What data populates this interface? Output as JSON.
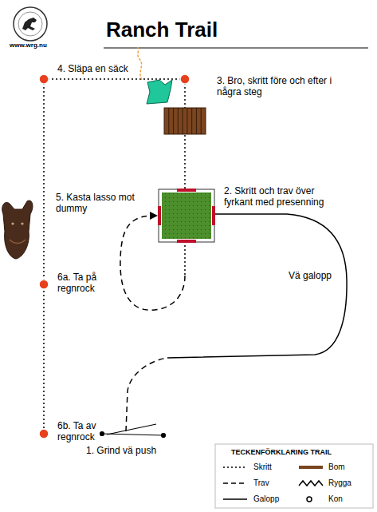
{
  "diagram": {
    "title": "Ranch Trail",
    "labels": [
      "www.wrg.nu",
      "4. Släpa en säck",
      "3. Bro, skritt före och efter i några steg",
      "2. Skritt och trav över fyrkant med presenning",
      "5. Kasta lasso mot dummy",
      "6a. Ta på regnrock",
      "Vä galopp",
      "6b. Ta av regnrock",
      "1. Grind vä push",
      "TECKENFÖRKLARING TRAIL"
    ],
    "legend": [
      {
        "text": "Skritt"
      },
      {
        "text": "Trav"
      },
      {
        "text": "Galopp"
      },
      {
        "text": "Bom"
      },
      {
        "text": "Rygga"
      },
      {
        "text": "Kon"
      }
    ]
  }
}
